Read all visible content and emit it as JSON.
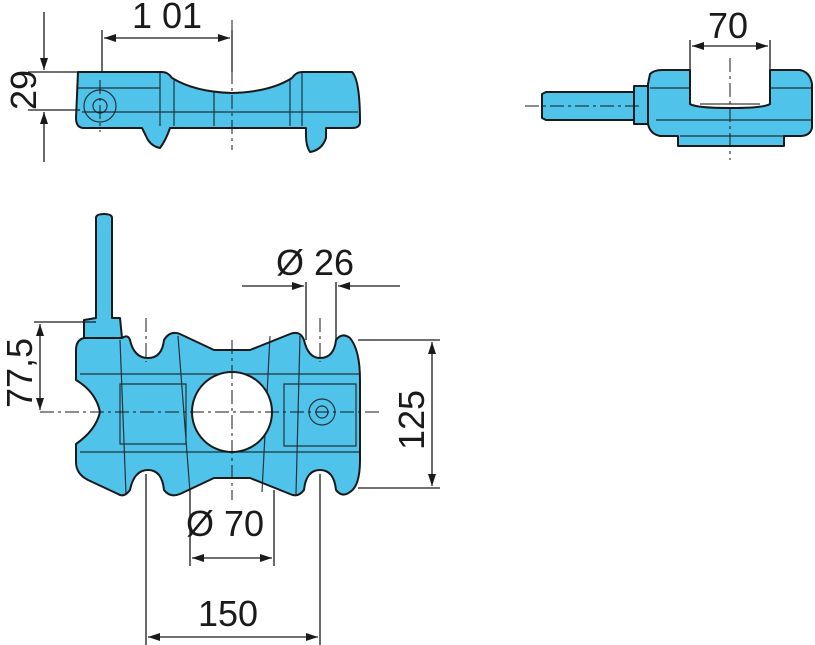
{
  "dimensions": {
    "side_offset": "1 01",
    "side_height": "29",
    "end_width": "70",
    "bore_small": "Ø 26",
    "mount_height": "77,5",
    "body_height": "125",
    "bore_large": "Ø 70",
    "hole_spacing": "150"
  },
  "colors": {
    "part_fill": "#4fc3ea",
    "outline": "#1a1a1a"
  }
}
